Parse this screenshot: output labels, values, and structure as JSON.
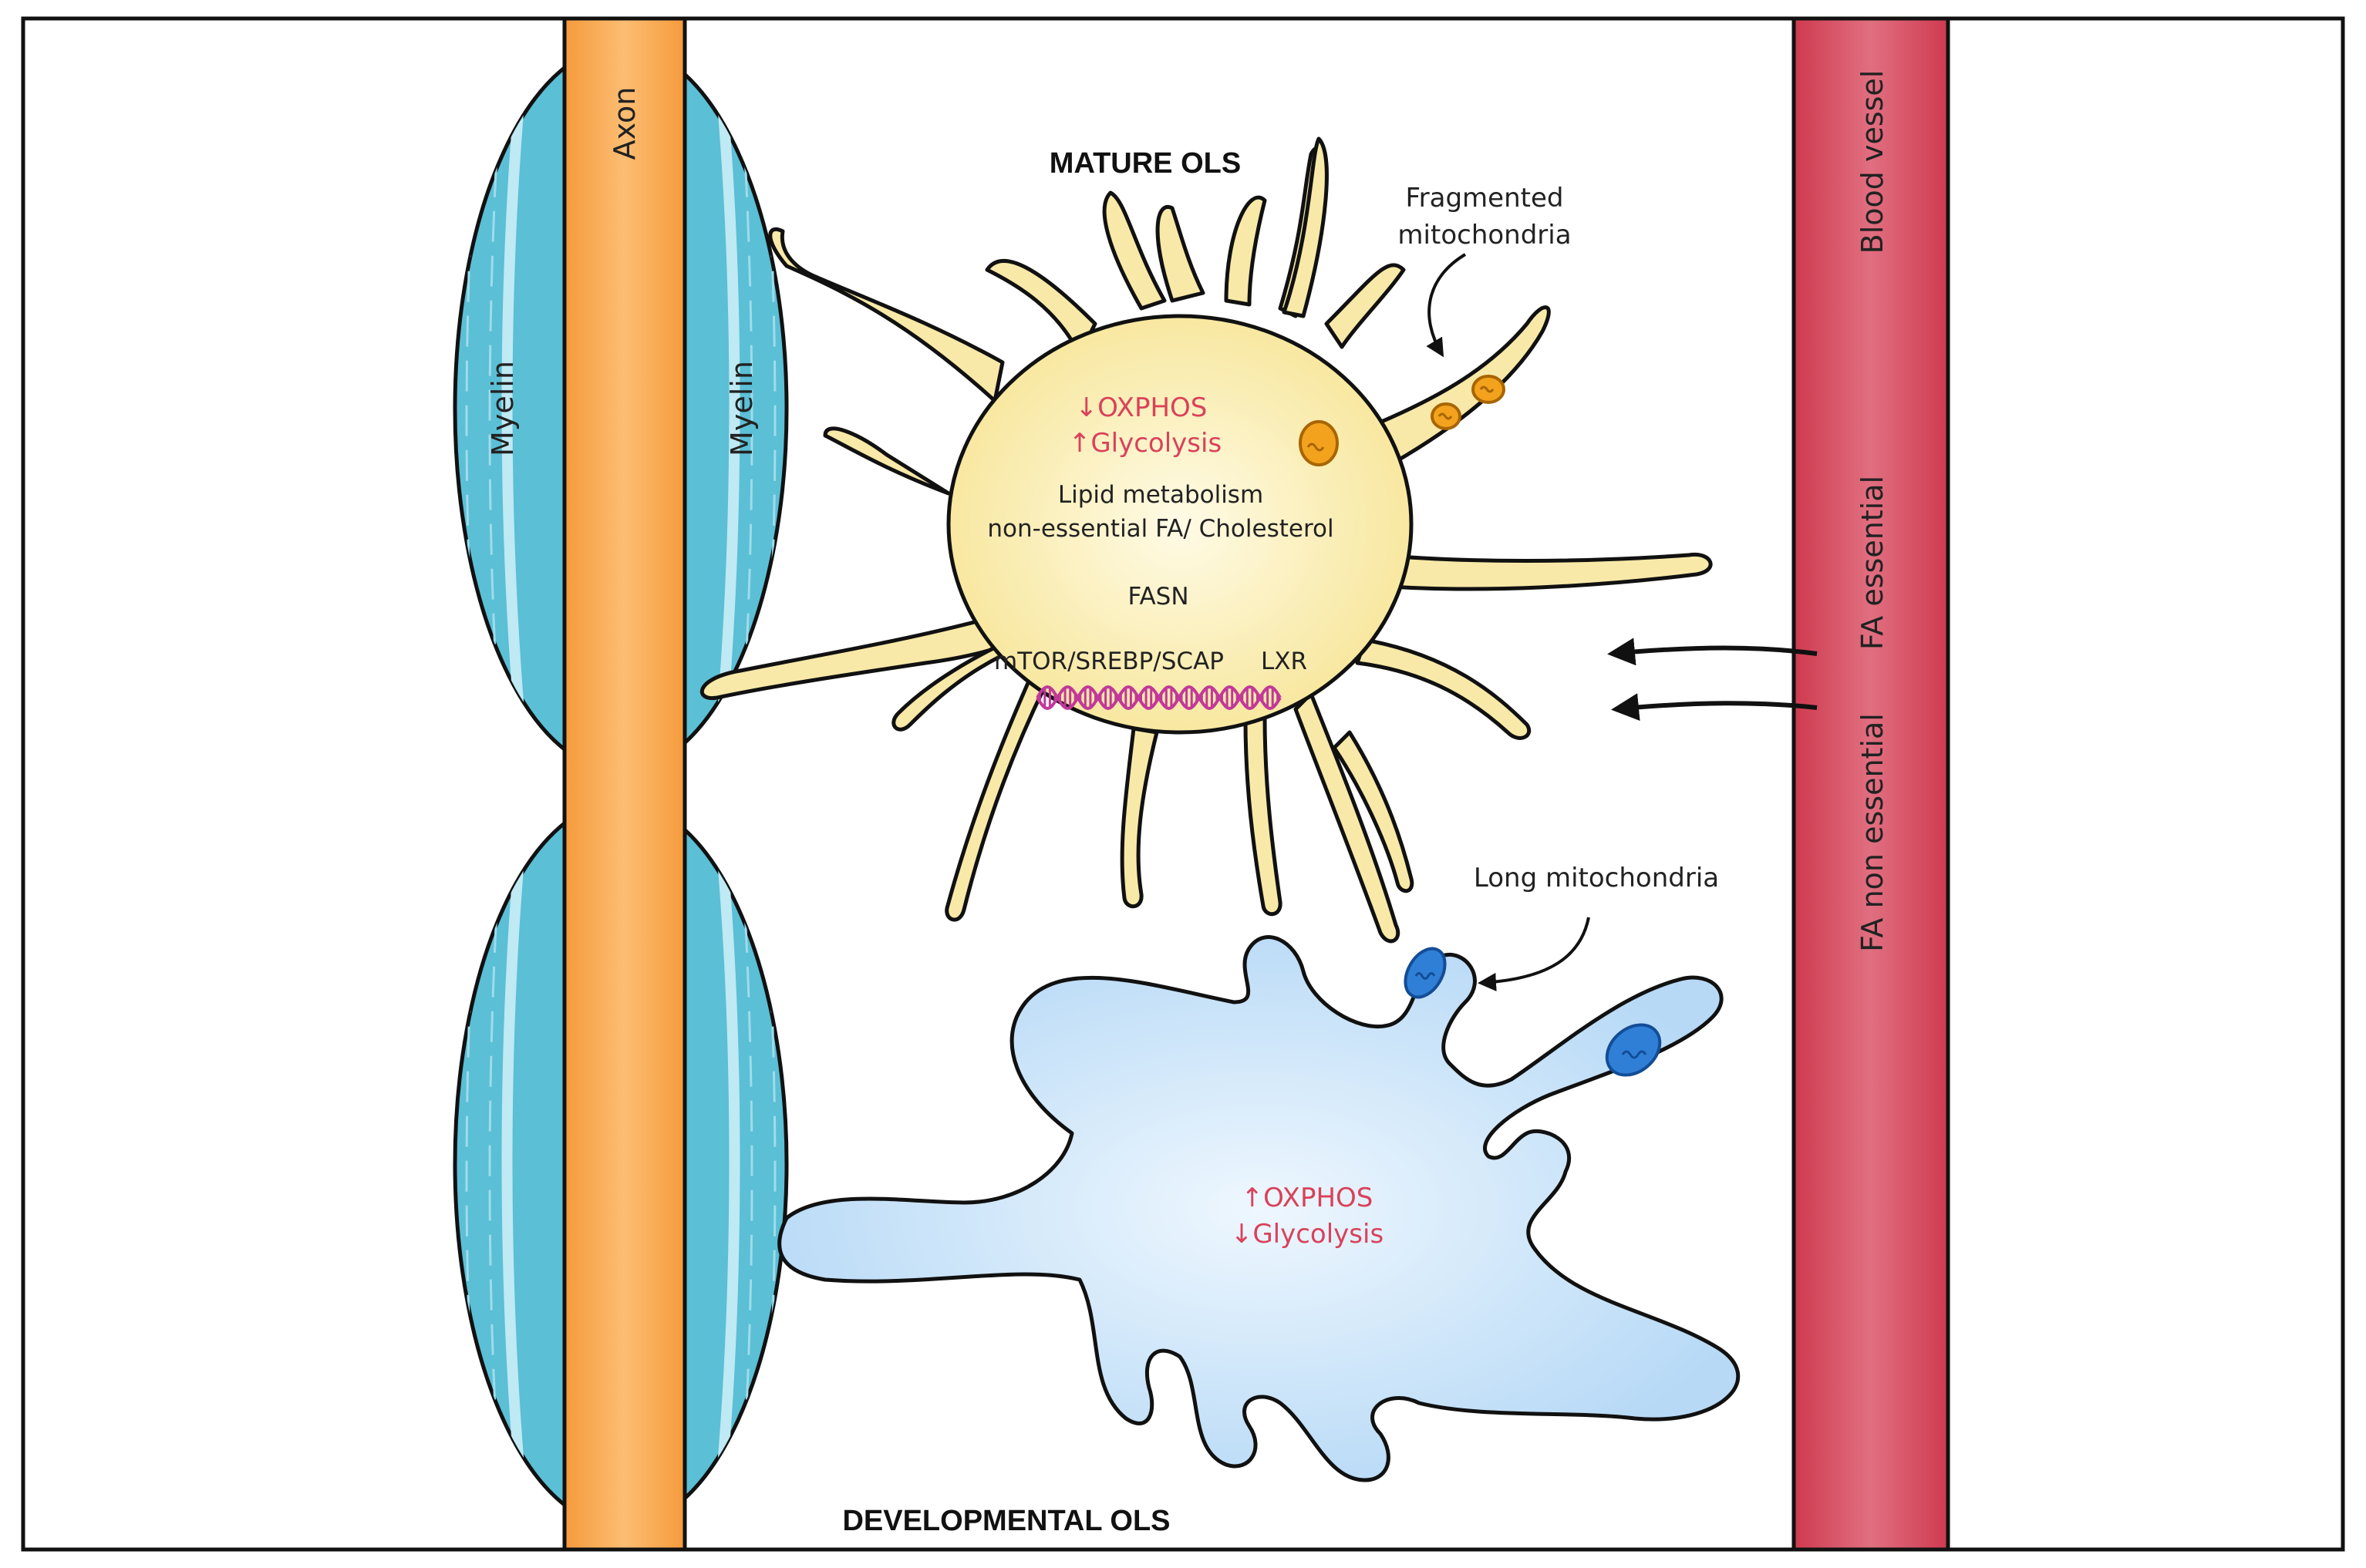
{
  "labels": {
    "axon": "Axon",
    "myelin_left": "Myelin",
    "myelin_right": "Myelin",
    "blood_vessel": "Blood vessel",
    "fa_essential": "FA essential",
    "fa_non_essential": "FA non essential",
    "mature_title": "MATURE OLS",
    "developmental_title": "DEVELOPMENTAL OLS",
    "fragmented_line1": "Fragmented",
    "fragmented_line2": "mitochondria",
    "long_mito": "Long mitochondria"
  },
  "mature": {
    "oxphos": "OXPHOS",
    "glycolysis": "Glycolysis",
    "oxphos_dir": "↓",
    "glycolysis_dir": "↑",
    "lipid_line1": "Lipid metabolism",
    "lipid_line2": "non-essential FA/ Cholesterol",
    "fasn": "FASN",
    "pathway": "mTOR/SREBP/SCAP",
    "lxr": "LXR"
  },
  "developmental": {
    "oxphos": "OXPHOS",
    "glycolysis": "Glycolysis",
    "oxphos_dir": "↑",
    "glycolysis_dir": "↓"
  },
  "colors": {
    "border": "#111111",
    "axon": "#f7a24b",
    "myelin": "#5bbfd6",
    "blood_vessel": "#d4475c",
    "mature_cell": "#fbeeb0",
    "developmental_cell": "#c4e1f8",
    "regulation_text": "#d9425a",
    "mito_orange": "#f2a21c",
    "mito_blue": "#2f7fd6",
    "dna": "#c2389a"
  }
}
